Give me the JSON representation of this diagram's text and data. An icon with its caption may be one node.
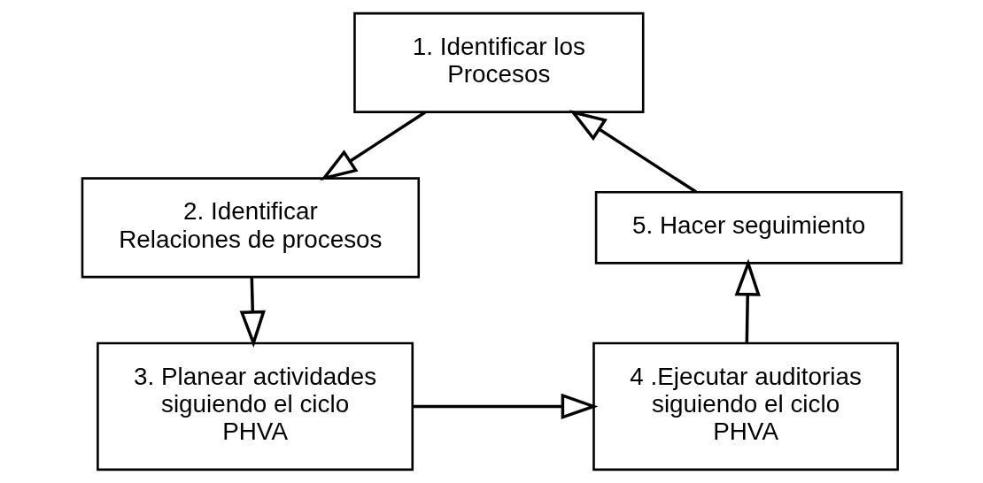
{
  "diagram": {
    "nodes": [
      {
        "text": [
          "1. Identificar los Procesos"
        ]
      },
      {
        "text": [
          "2. Identificar Relaciones de procesos"
        ]
      },
      {
        "text": [
          "3. Planear actividades siguiendo el ciclo PHVA"
        ]
      },
      {
        "text": [
          "4 .Ejecutar auditorias siguiendo el ciclo PHVA"
        ]
      },
      {
        "text": [
          "5. Hacer seguimiento"
        ]
      }
    ],
    "edges": [
      {
        "from": 0,
        "to": 1,
        "arrow": "to"
      },
      {
        "from": 1,
        "to": 2,
        "arrow": "to"
      },
      {
        "from": 2,
        "to": 3,
        "arrow": "to"
      },
      {
        "from": 3,
        "to": 4,
        "arrow": "to"
      },
      {
        "from": 4,
        "to": 0,
        "arrow": "to"
      }
    ]
  }
}
